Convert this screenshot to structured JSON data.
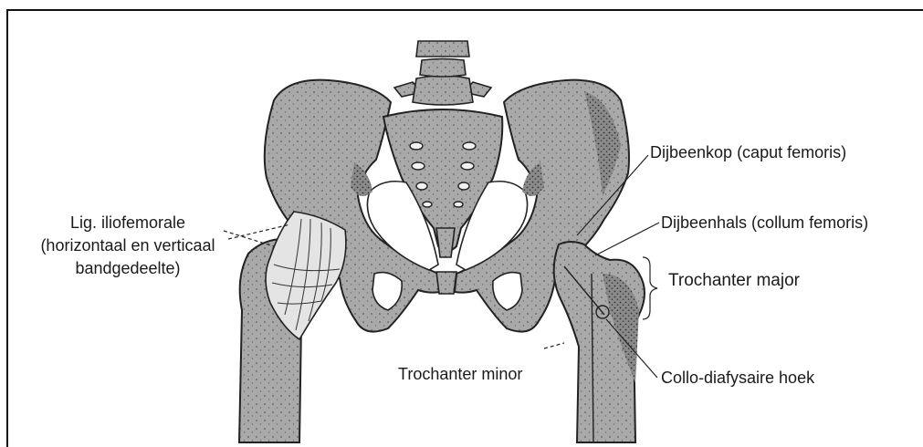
{
  "figure": {
    "labels": {
      "lig_iliofemorale": [
        "Lig. iliofemorale",
        "(horizontaal en verticaal",
        "bandgedeelte)"
      ],
      "dijbeenkop": "Dijbeenkop (caput femoris)",
      "dijbeenhals": "Dijbeenhals (collum femoris)",
      "trochanter_major": "Trochanter major",
      "trochanter_minor": "Trochanter minor",
      "collo_diafysaire_hoek": "Collo-diafysaire hoek"
    },
    "colors": {
      "bone": "#a9a9a9",
      "bone_dark": "#8c8c8c",
      "outline": "#222222",
      "ligament": "#e4e4e4",
      "background": "#ffffff"
    }
  }
}
